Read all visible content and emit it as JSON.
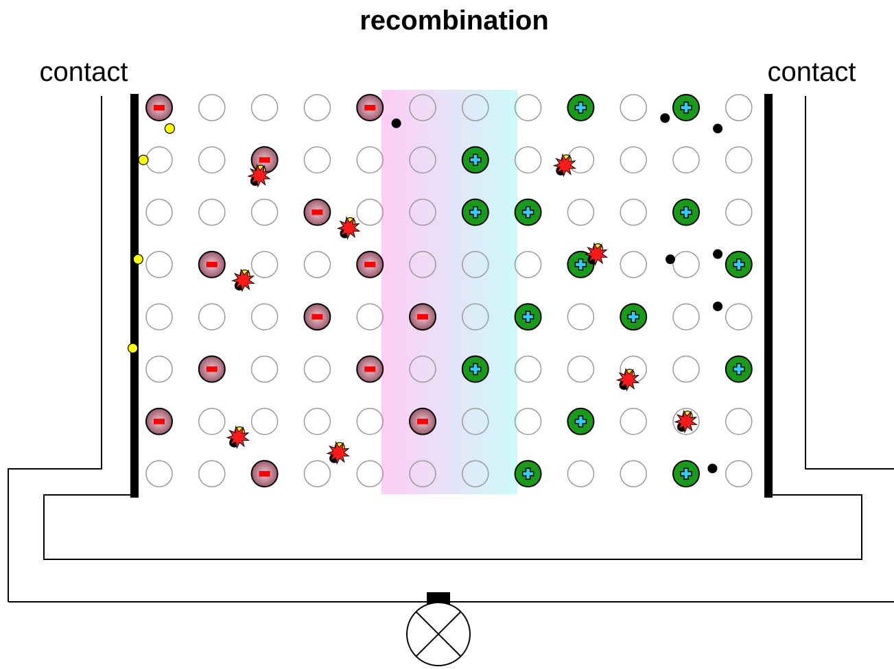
{
  "title": "recombination",
  "labels": {
    "contact_left": "contact",
    "contact_right": "contact"
  },
  "lattice": {
    "rows": 8,
    "cols": 12,
    "acceptors": [
      [
        0,
        0
      ],
      [
        0,
        4
      ],
      [
        1,
        2
      ],
      [
        2,
        3
      ],
      [
        3,
        1
      ],
      [
        3,
        4
      ],
      [
        4,
        3
      ],
      [
        4,
        5
      ],
      [
        5,
        1
      ],
      [
        5,
        4
      ],
      [
        6,
        0
      ],
      [
        6,
        5
      ],
      [
        7,
        2
      ]
    ],
    "donors": [
      [
        0,
        8
      ],
      [
        0,
        10
      ],
      [
        1,
        6
      ],
      [
        2,
        6
      ],
      [
        2,
        7
      ],
      [
        2,
        10
      ],
      [
        3,
        8
      ],
      [
        3,
        11
      ],
      [
        4,
        7
      ],
      [
        4,
        9
      ],
      [
        5,
        6
      ],
      [
        5,
        11
      ],
      [
        6,
        8
      ],
      [
        7,
        7
      ],
      [
        7,
        10
      ]
    ]
  },
  "depletion_region": {
    "from_col": 4.5,
    "to_col": 6.5
  },
  "carriers": {
    "holes": [
      [
        0.2,
        0.4
      ],
      [
        -0.3,
        1.0
      ],
      [
        -0.4,
        2.9
      ],
      [
        -0.5,
        4.6
      ]
    ],
    "electrons": [
      [
        4.5,
        0.3
      ],
      [
        9.6,
        0.2
      ],
      [
        10.6,
        0.4
      ],
      [
        9.7,
        2.9
      ],
      [
        10.6,
        2.8
      ],
      [
        10.6,
        3.8
      ],
      [
        10.5,
        6.9
      ]
    ],
    "recombination_events": [
      [
        1.9,
        1.3
      ],
      [
        3.6,
        2.3
      ],
      [
        1.6,
        3.3
      ],
      [
        1.5,
        6.3
      ],
      [
        3.4,
        6.6
      ],
      [
        7.7,
        1.1
      ],
      [
        8.3,
        2.8
      ],
      [
        8.9,
        5.2
      ],
      [
        10.0,
        6.0
      ]
    ]
  },
  "lamp": {
    "icon": "lamp-icon"
  },
  "colors": {
    "acceptor": "#a05a6e",
    "acceptor_sign": "#ff0000",
    "donor": "#1a9a1a",
    "donor_sign": "#33ccff",
    "hole": "#ffff00",
    "electron": "#000000",
    "burst": "#ff1a1a",
    "depletion_p": "#ffccf5",
    "depletion_n": "#ccfafa",
    "empty_site": "#9a9a9a"
  }
}
